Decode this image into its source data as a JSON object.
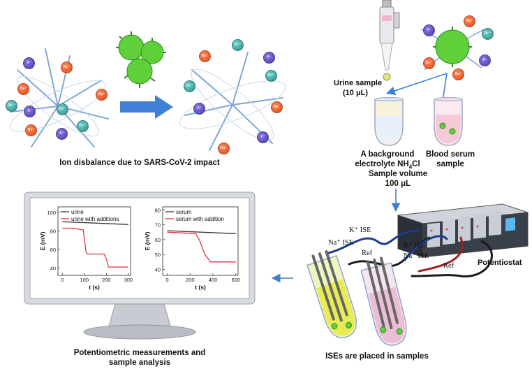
{
  "captions": {
    "ion_disbalance": "Ion disbalance  due to SARS-CoV-2 impact",
    "urine_sample_1": "Urine sample",
    "urine_sample_2": "(10 μL)",
    "background_1": "A background",
    "background_2a": "electrolyte NH",
    "background_2b": "4",
    "background_2c": "Cl",
    "blood_1": "Blood serum",
    "blood_2": "sample",
    "volume_1": "Sample volume",
    "volume_2": "100 μL",
    "potentiostat": "Potentiostat",
    "ises_placed": "ISEs are placed in samples",
    "measurements_1": "Potentiometric measurements and",
    "measurements_2": "sample analysis"
  },
  "electrodes": {
    "k_ise_1": "K⁺ ISE",
    "na_ise_1": "Na⁺ ISE",
    "ref_1": "Ref",
    "k_ise_2": "K⁺ ISE",
    "na_ise_2": "Na⁺ ISE",
    "ref_2": "Ref"
  },
  "ions": {
    "k": "K⁺",
    "na": "Na⁺",
    "zn": "Zn²⁺"
  },
  "colors": {
    "ion_k": "#4b37b0",
    "ion_na": "#e0451b",
    "ion_zn": "#2f9089",
    "virus": "#5fd03a",
    "arrow": "#3f7fd6",
    "line_black": "#333333",
    "line_red": "#e6323c"
  },
  "chart_data": [
    {
      "type": "line",
      "xlabel": "t (s)",
      "ylabel": "E (mV)",
      "xticks": [
        0,
        100,
        200,
        300
      ],
      "yticks": [
        40,
        60,
        80,
        100
      ],
      "xlim": [
        -20,
        310
      ],
      "ylim": [
        32,
        106
      ],
      "series": [
        {
          "name": "urine",
          "color": "#333333",
          "x": [
            0,
            300
          ],
          "y": [
            90,
            87
          ]
        },
        {
          "name": "urine with additions",
          "color": "#e6323c",
          "x": [
            0,
            50,
            95,
            108,
            115,
            190,
            200,
            210,
            300
          ],
          "y": [
            83,
            83,
            81,
            57,
            55,
            55,
            50,
            41,
            41
          ]
        }
      ]
    },
    {
      "type": "line",
      "xlabel": "t (s)",
      "ylabel": "E (mV)",
      "xticks": [
        0,
        200,
        400,
        600
      ],
      "yticks": [
        40,
        50,
        60,
        70,
        80
      ],
      "xlim": [
        -40,
        620
      ],
      "ylim": [
        36,
        82
      ],
      "series": [
        {
          "name": "serum",
          "color": "#333333",
          "x": [
            0,
            600
          ],
          "y": [
            66,
            64
          ]
        },
        {
          "name": "serum with addition",
          "color": "#e6323c",
          "x": [
            0,
            250,
            280,
            330,
            380,
            420,
            600
          ],
          "y": [
            65,
            64,
            60,
            50,
            45,
            45,
            45
          ]
        }
      ]
    }
  ]
}
